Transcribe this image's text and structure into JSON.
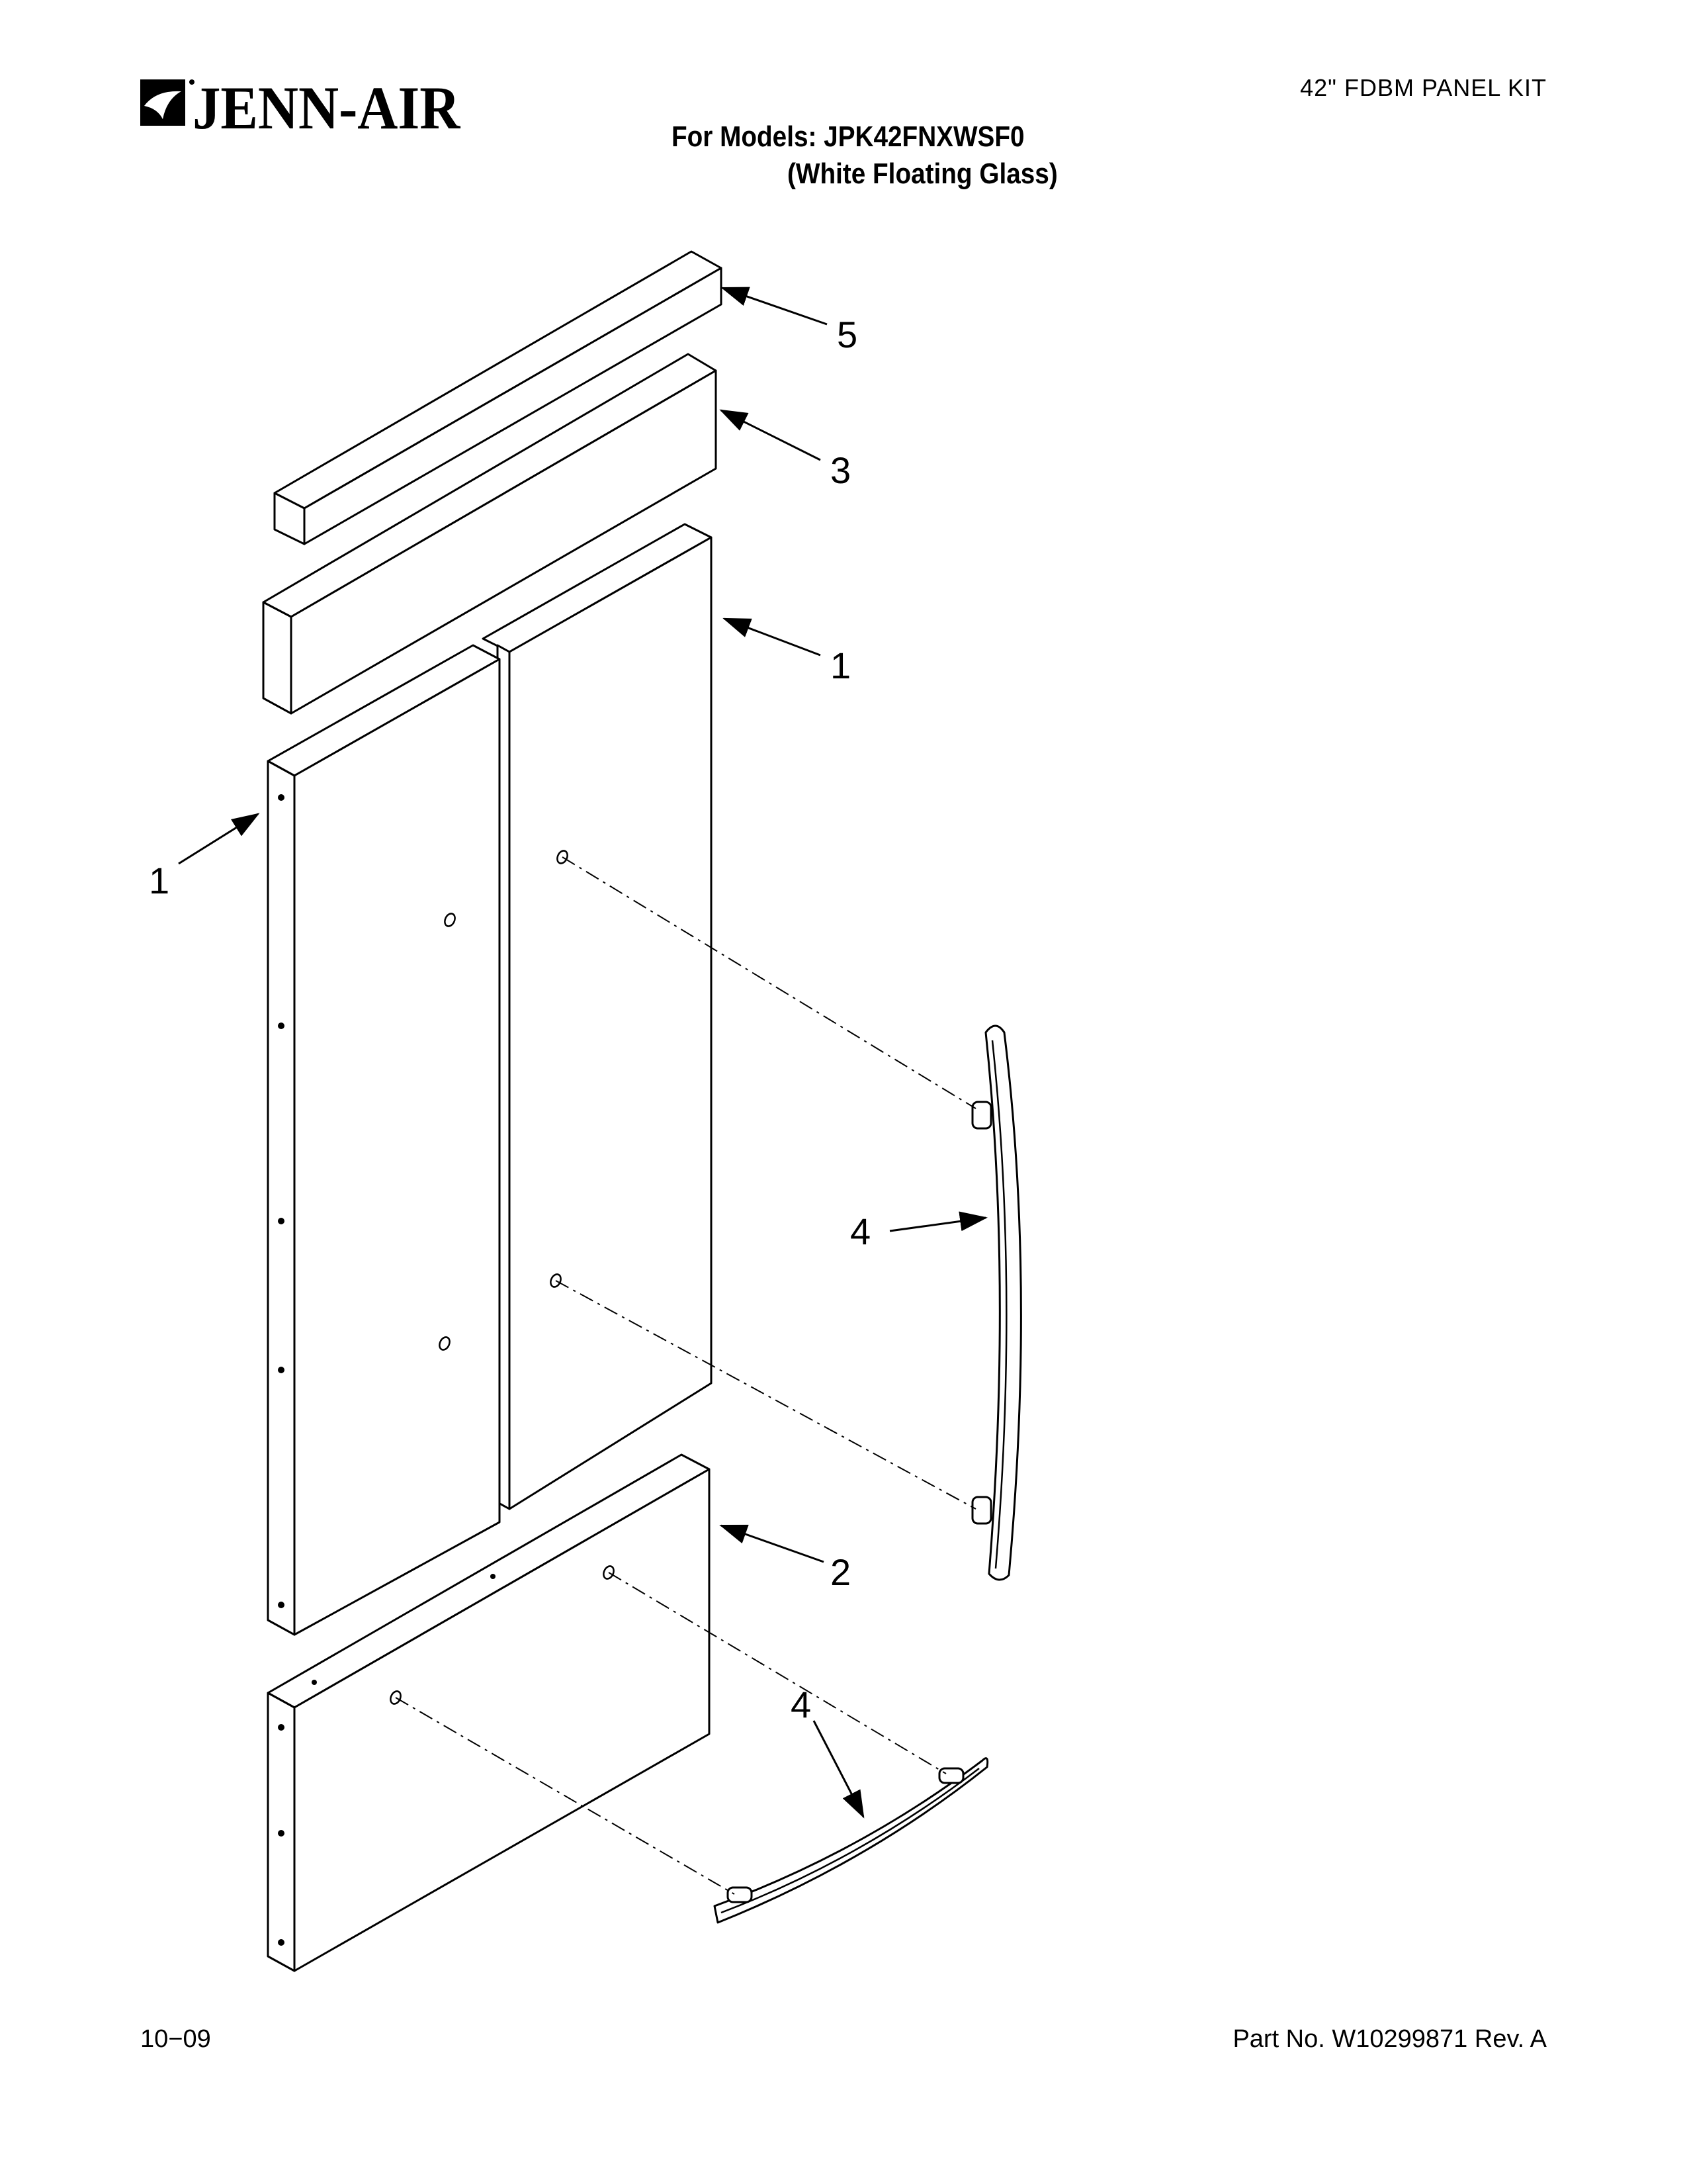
{
  "header": {
    "brand": "JENN-AIR",
    "doc_title": "42\" FDBM PANEL KIT",
    "models_line": "For Models: JPK42FNXWSF0",
    "models_sub": "(White Floating Glass)"
  },
  "callouts": {
    "c5": "5",
    "c3": "3",
    "c1_right": "1",
    "c1_left": "1",
    "c4_handle": "4",
    "c2": "2",
    "c4_drawer": "4"
  },
  "footer": {
    "date": "10−09",
    "part_no": "Part No. W10299871 Rev. A"
  }
}
